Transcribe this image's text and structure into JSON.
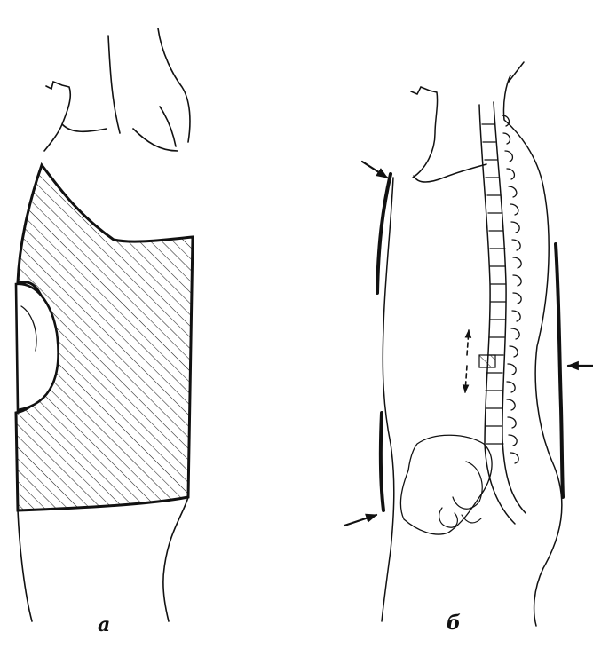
{
  "figure": {
    "panel_a": {
      "label": "а"
    },
    "panel_b": {
      "label": "б"
    }
  },
  "colors": {
    "ink": "#111111",
    "paper": "#ffffff"
  },
  "icons": [
    "corset-illustration",
    "spine-illustration",
    "arrow-icon",
    "double-arrow-icon"
  ]
}
